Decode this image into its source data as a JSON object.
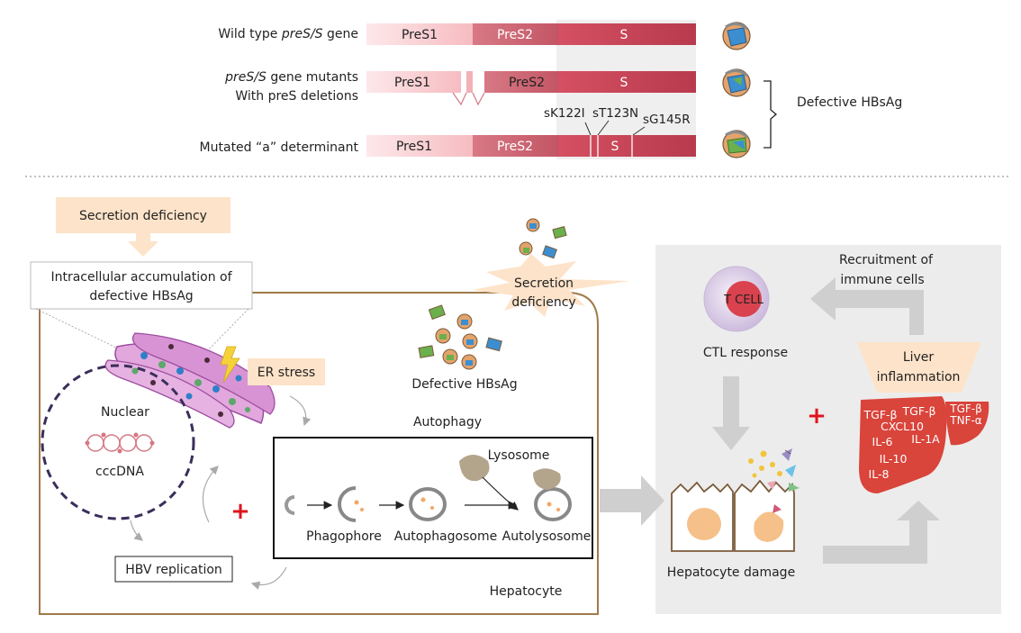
{
  "top": {
    "rows": [
      {
        "label_pre": "Wild type ",
        "label_italic": "preS/S",
        "label_post": " gene",
        "segments": [
          "PreS1",
          "PreS2",
          "S"
        ]
      },
      {
        "label_italic": "preS/S",
        "label_post": " gene mutants",
        "label_line2": "With preS deletions",
        "segments": [
          "PreS1",
          "PreS2",
          "S"
        ]
      },
      {
        "label": "Mutated “a” determinant",
        "segments": [
          "PreS1",
          "PreS2",
          "S"
        ]
      }
    ],
    "mutations": [
      "sK122I",
      "sT123N",
      "sG145R"
    ],
    "bracket_label": "Defective HBsAg"
  },
  "bottom": {
    "secretion_box": "Secretion deficiency",
    "accumulation_line1": "Intracellular accumulation of",
    "accumulation_line2": "defective HBsAg",
    "er_stress": "ER stress",
    "secretion_burst_line1": "Secretion",
    "secretion_burst_line2": "deficiency",
    "defective_hbsag": "Defective HBsAg",
    "nuclear": "Nuclear",
    "cccdna": "cccDNA",
    "autophagy": "Autophagy",
    "lysosome": "Lysosome",
    "phagophore": "Phagophore",
    "autophagosome": "Autophagosome",
    "autolysosome": "Autolysosome",
    "hbv_replication": "HBV replication",
    "hepatocyte": "Hepatocyte",
    "hepatocyte_damage": "Hepatocyte damage",
    "recruitment_line1": "Recruitment of",
    "recruitment_line2": "immune cells",
    "t_cell": "T CELL",
    "ctl_response": "CTL response",
    "liver_line1": "Liver",
    "liver_line2": "inflammation",
    "cytokines_main": [
      "TGF-β",
      "TGF-β",
      "CXCL10",
      "IL-6",
      "IL-1A",
      "IL-10",
      "IL-8"
    ],
    "cytokines_small": [
      "TGF-β",
      "TNF-α"
    ],
    "plus": "+"
  },
  "colors": {
    "pres1": "#f9c9cc",
    "pres2": "#c95d6b",
    "s": "#c4475a",
    "cell_border": "#a07a4a",
    "liver": "#d9443b",
    "panel_grey": "#ececec",
    "beige": "#fde3c9",
    "plus": "#e0141c"
  }
}
